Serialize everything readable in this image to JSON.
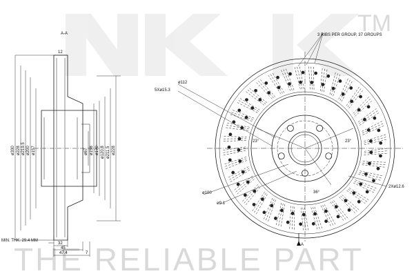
{
  "watermark": {
    "logo": "nk",
    "trademark": "TM",
    "slogan": "THE RELIABLE PART"
  },
  "section": {
    "label": "A-A",
    "top_dim": "12",
    "diameters": [
      "ø330",
      "ø228",
      "ø219.5",
      "ø200",
      "ø157",
      "ø67",
      "ø158",
      "ø170",
      "ø120.8",
      "ø211.5",
      "ø228"
    ],
    "min_thickness": "MIN. THK. 29.4 MM",
    "bottom_dims": [
      "32",
      "45",
      "47.4",
      "7"
    ]
  },
  "front": {
    "ribs_note": "3 RIBS PER GROUP, 37 GROUPS",
    "bolt_circle": "ø112",
    "bolt_holes": "5Xø15.3",
    "angle_left": "23°",
    "angle_right": "23°",
    "centre_bore": "ø100",
    "small_hole": "ø9.1",
    "angle_bottom": "36°",
    "pins": "2Xø12.6",
    "section_marker": "A"
  }
}
